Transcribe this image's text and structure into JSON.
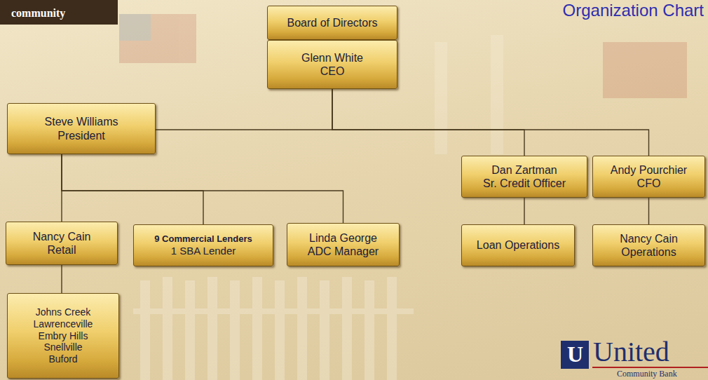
{
  "diagram": {
    "title": "Organization Chart",
    "nodes": [
      {
        "text": [
          "Board of Directors"
        ]
      },
      {
        "text": [
          "Glenn White",
          "CEO"
        ]
      },
      {
        "text": [
          "Steve Williams",
          "President"
        ]
      },
      {
        "text": [
          "Dan Zartman",
          "Sr. Credit Officer"
        ]
      },
      {
        "text": [
          "Andy Pourchier",
          "CFO"
        ]
      },
      {
        "text": [
          "Nancy Cain",
          "Retail"
        ]
      },
      {
        "text": [
          "9 Commercial Lenders",
          "1 SBA Lender"
        ]
      },
      {
        "text": [
          "Linda George",
          "ADC Manager"
        ]
      },
      {
        "text": [
          "Loan Operations"
        ]
      },
      {
        "text": [
          "Nancy Cain",
          "Operations"
        ]
      },
      {
        "text": [
          "Johns Creek",
          "Lawrenceville",
          "Embry Hills",
          "Snellville",
          "Buford"
        ]
      }
    ],
    "edges": [
      {
        "from": 1,
        "to": 2,
        "arrow": "none"
      },
      {
        "from": 1,
        "to": 3,
        "arrow": "none"
      },
      {
        "from": 1,
        "to": 4,
        "arrow": "none"
      },
      {
        "from": 2,
        "to": 5,
        "arrow": "none"
      },
      {
        "from": 2,
        "to": 6,
        "arrow": "none"
      },
      {
        "from": 2,
        "to": 7,
        "arrow": "none"
      },
      {
        "from": 3,
        "to": 8,
        "arrow": "none"
      },
      {
        "from": 4,
        "to": 9,
        "arrow": "none"
      },
      {
        "from": 5,
        "to": 10,
        "arrow": "none"
      }
    ],
    "labels": [
      "community",
      "U",
      "United",
      "Community Bank"
    ]
  }
}
